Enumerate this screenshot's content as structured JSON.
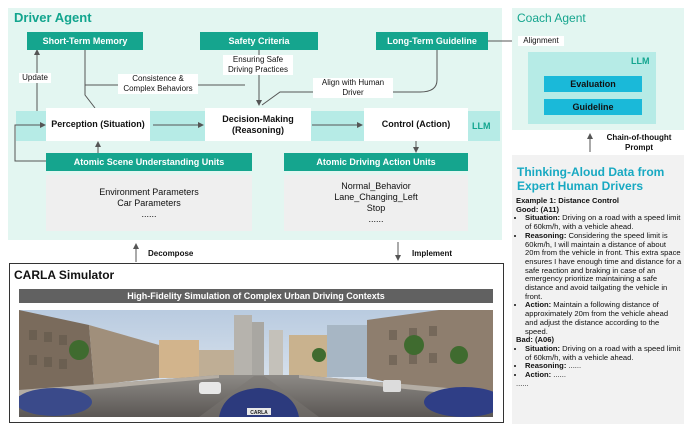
{
  "driver": {
    "title": "Driver Agent",
    "llm_label": "LLM",
    "short_term_memory": "Short-Term Memory",
    "safety_criteria": "Safety Criteria",
    "long_term_guideline": "Long-Term Guideline",
    "ensuring_safe": "Ensuring Safe Driving Practices",
    "consistence": "Consistence & Complex Behaviors",
    "align_human": "Align with Human Driver",
    "update": "Update",
    "perception": "Perception (Situation)",
    "decision": "Decision-Making (Reasoning)",
    "control": "Control (Action)",
    "scene_units": "Atomic Scene Understanding Units",
    "action_units": "Atomic Driving Action Units",
    "scene_items": [
      "Environment Parameters",
      "Car Parameters",
      "......"
    ],
    "action_items": [
      "Normal_Behavior",
      "Lane_Changing_Left",
      "Stop",
      "......"
    ],
    "decompose": "Decompose",
    "implement": "Implement"
  },
  "coach": {
    "title": "Coach Agent",
    "llm_label": "LLM",
    "alignment": "Alignment",
    "evaluation": "Evaluation",
    "guideline": "Guideline",
    "prompt_label": "Chain-of-thought Prompt"
  },
  "thinking": {
    "title": "Thinking-Aloud Data from Expert Human Drivers",
    "example": "Example 1: Distance Control",
    "good": "Good: (A11)",
    "good_situation_k": "Situation:",
    "good_situation": " Driving on a road with a speed limit of 60km/h, with a vehicle ahead.",
    "good_reasoning_k": "Reasoning:",
    "good_reasoning": " Considering the speed limit is 60km/h, I will maintain a distance of about 20m from the vehicle in front. This extra space ensures I have enough time and distance for a safe reaction and braking in case of an emergency prioritize maintaining a safe distance and avoid tailgating the vehicle in front.",
    "good_action_k": "Action:",
    "good_action": " Maintain a following distance of approximately 20m from the vehicle ahead and adjust the distance according to the speed.",
    "bad": "Bad: (A06)",
    "bad_situation_k": "Situation:",
    "bad_situation": " Driving on a road with a speed limit of 60km/h, with a vehicle ahead.",
    "bad_reasoning_k": "Reasoning:",
    "bad_reasoning": " ......",
    "bad_action_k": "Action:",
    "bad_action": " ......",
    "ellipsis": "......"
  },
  "carla": {
    "title": "CARLA Simulator",
    "banner": "High-Fidelity Simulation of Complex Urban Driving Contexts",
    "plate": "CARLA"
  },
  "colors": {
    "teal": "#15a58e",
    "panel": "#e3f6f1",
    "llm_band": "#b6ebe6",
    "coach_button": "#1ab9d9",
    "title_blue": "#18a9c2"
  }
}
